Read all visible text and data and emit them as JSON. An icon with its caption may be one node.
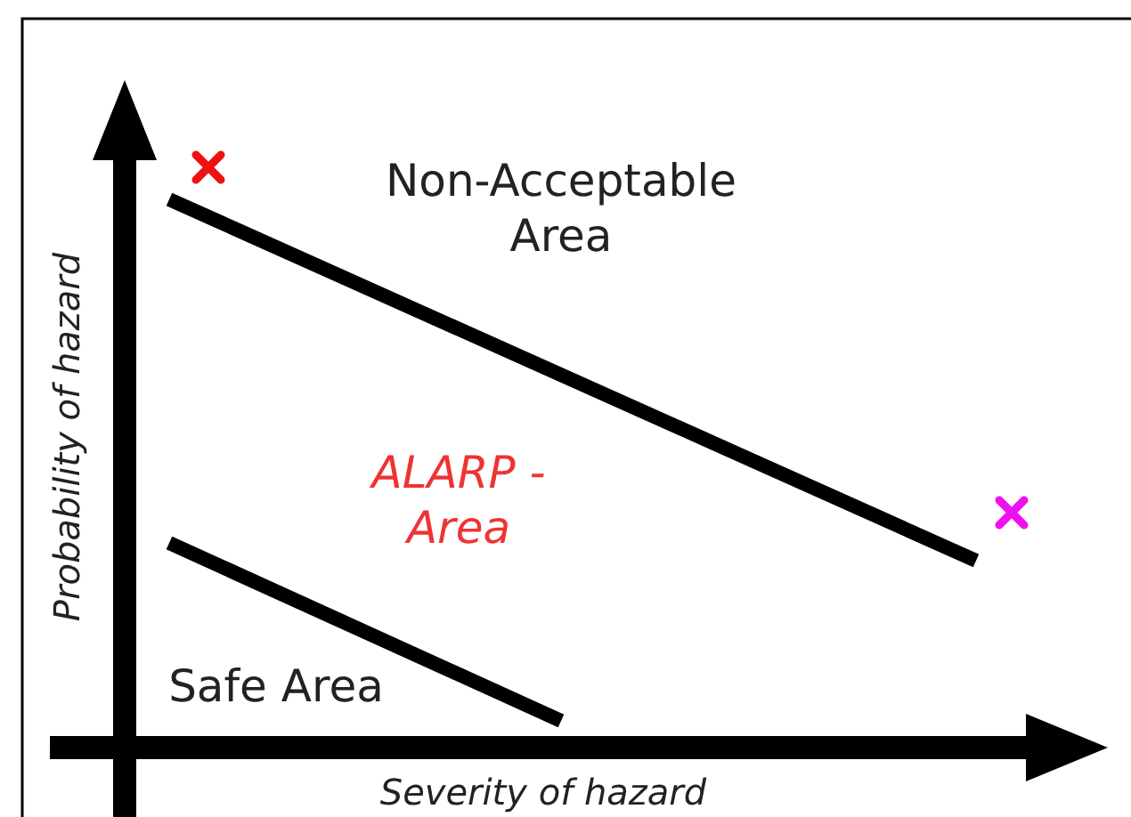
{
  "diagram": {
    "labels": [
      "Non-Acceptable Area",
      "ALARP - Area",
      "Safe Area",
      "Probability of hazard",
      "Severity of hazard"
    ]
  }
}
